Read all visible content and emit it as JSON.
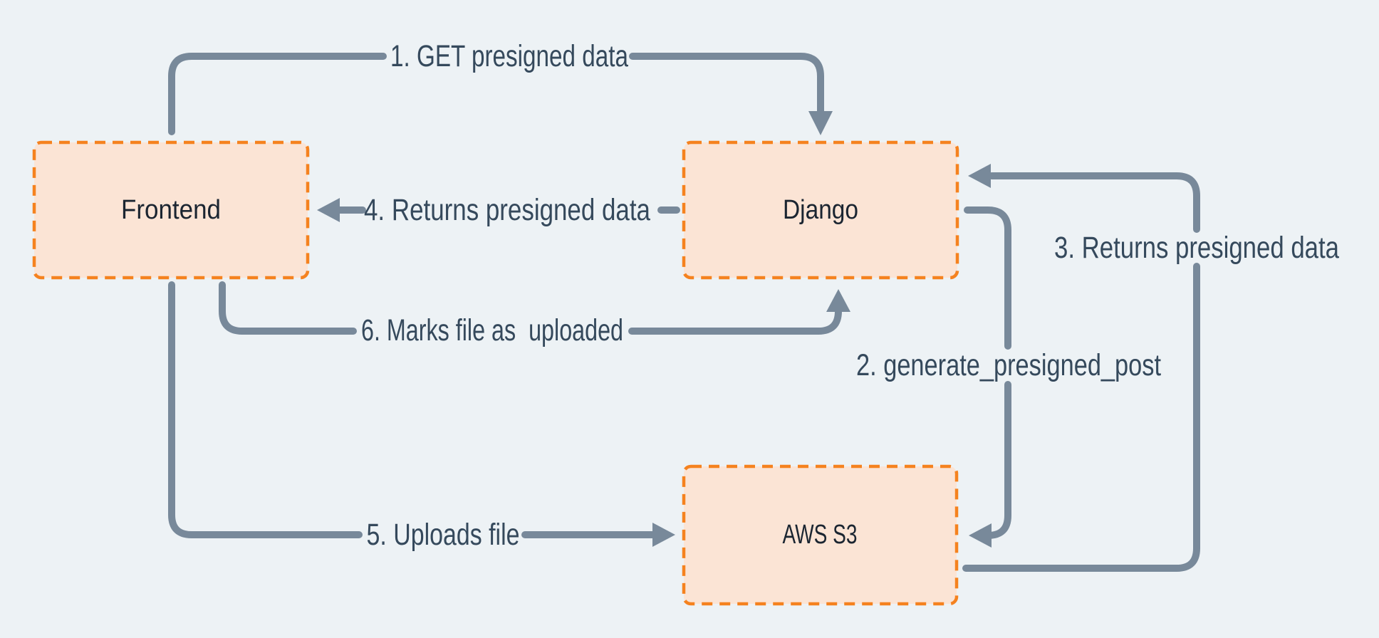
{
  "diagram": {
    "nodes": [
      {
        "id": "frontend",
        "label": "Frontend"
      },
      {
        "id": "django",
        "label": "Django"
      },
      {
        "id": "aws-s3",
        "label": "AWS S3"
      }
    ],
    "edges": [
      {
        "step": 1,
        "label": "1. GET presigned data",
        "from": "frontend",
        "to": "django"
      },
      {
        "step": 2,
        "label": "2. generate_presigned_post",
        "from": "django",
        "to": "aws-s3"
      },
      {
        "step": 3,
        "label": "3. Returns presigned data",
        "from": "aws-s3",
        "to": "django"
      },
      {
        "step": 4,
        "label": "4. Returns presigned data",
        "from": "django",
        "to": "frontend"
      },
      {
        "step": 5,
        "label": "5. Uploads file",
        "from": "frontend",
        "to": "aws-s3"
      },
      {
        "step": 6,
        "label": "6. Marks file as  uploaded",
        "from": "frontend",
        "to": "django"
      }
    ],
    "colors": {
      "background": "#edf2f5",
      "node_fill": "#fbe4d5",
      "node_border": "#f5821f",
      "connector": "#78899a",
      "edge_label_text": "#35495c",
      "node_label_text": "#1b2531"
    }
  }
}
